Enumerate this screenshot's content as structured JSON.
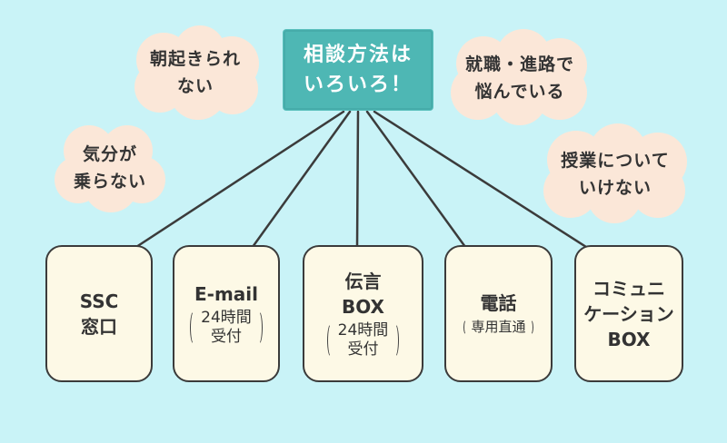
{
  "title": {
    "line1": "相談方法は",
    "line2": "いろいろ！"
  },
  "worries": [
    {
      "line1": "朝起きられ",
      "line2": "ない"
    },
    {
      "line1": "気分が",
      "line2": "乗らない"
    },
    {
      "line1": "就職・進路で",
      "line2": "悩んでいる"
    },
    {
      "line1": "授業について",
      "line2": "いけない"
    }
  ],
  "channels": [
    {
      "name1": "SSC",
      "name2": "窓口"
    },
    {
      "name1": "E-mail",
      "note1": "24時間",
      "note2": "受付"
    },
    {
      "name1": "伝言",
      "name2": "BOX",
      "note1": "24時間",
      "note2": "受付"
    },
    {
      "name1": "電話",
      "note1": "専用直通"
    },
    {
      "name1": "コミュニ",
      "name2": "ケーション",
      "name3": "BOX"
    }
  ],
  "colors": {
    "background": "#c9f3f7",
    "title_box": "#4eb7b4",
    "cloud": "#fbe7d8",
    "channel_box": "#fdf9e6",
    "line": "#3b3b3b"
  }
}
